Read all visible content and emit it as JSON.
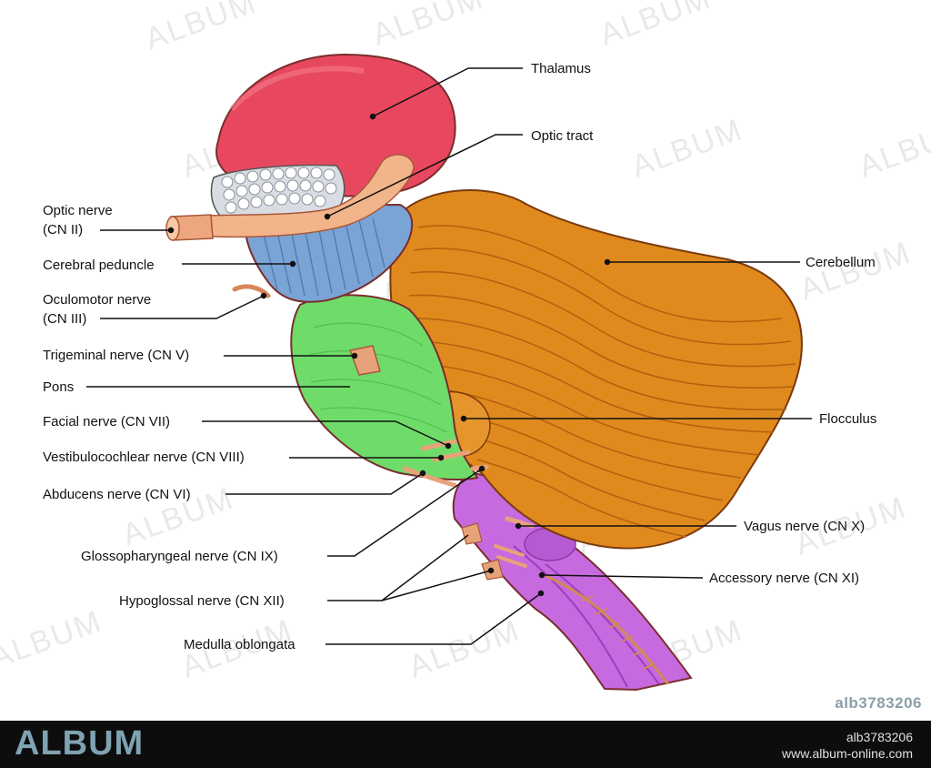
{
  "labels": {
    "thalamus": "Thalamus",
    "optic_tract": "Optic tract",
    "optic_nerve": [
      "Optic nerve",
      "(CN II)"
    ],
    "cerebral_peduncle": "Cerebral peduncle",
    "oculomotor_nerve": [
      "Oculomotor nerve",
      "(CN III)"
    ],
    "trigeminal_nerve": "Trigeminal nerve (CN V)",
    "pons": "Pons",
    "facial_nerve": "Facial nerve (CN VII)",
    "vestibulocochlear_nerve": "Vestibulocochlear nerve (CN VIII)",
    "abducens_nerve": "Abducens nerve (CN VI)",
    "glossopharyngeal_nerve": "Glossopharyngeal nerve (CN IX)",
    "hypoglossal_nerve": "Hypoglossal nerve (CN XII)",
    "medulla_oblongata": "Medulla oblongata",
    "cerebellum": "Cerebellum",
    "flocculus": "Flocculus",
    "vagus_nerve": "Vagus nerve (CN X)",
    "accessory_nerve": "Accessory nerve (CN XI)"
  },
  "watermark": "ALBUM",
  "image_id": "alb3783206",
  "footer": {
    "logo": "ALBUM",
    "id": "alb3783206",
    "url": "www.album-online.com"
  },
  "colors": {
    "thalamus": "#e8485f",
    "cerebral_peduncle": "#7aa3d6",
    "pons": "#6fdc6a",
    "cerebellum": "#e08a1e",
    "medulla": "#c76ae0",
    "nerve": "#e8a27a",
    "optic_tract": "#f2b48a"
  }
}
